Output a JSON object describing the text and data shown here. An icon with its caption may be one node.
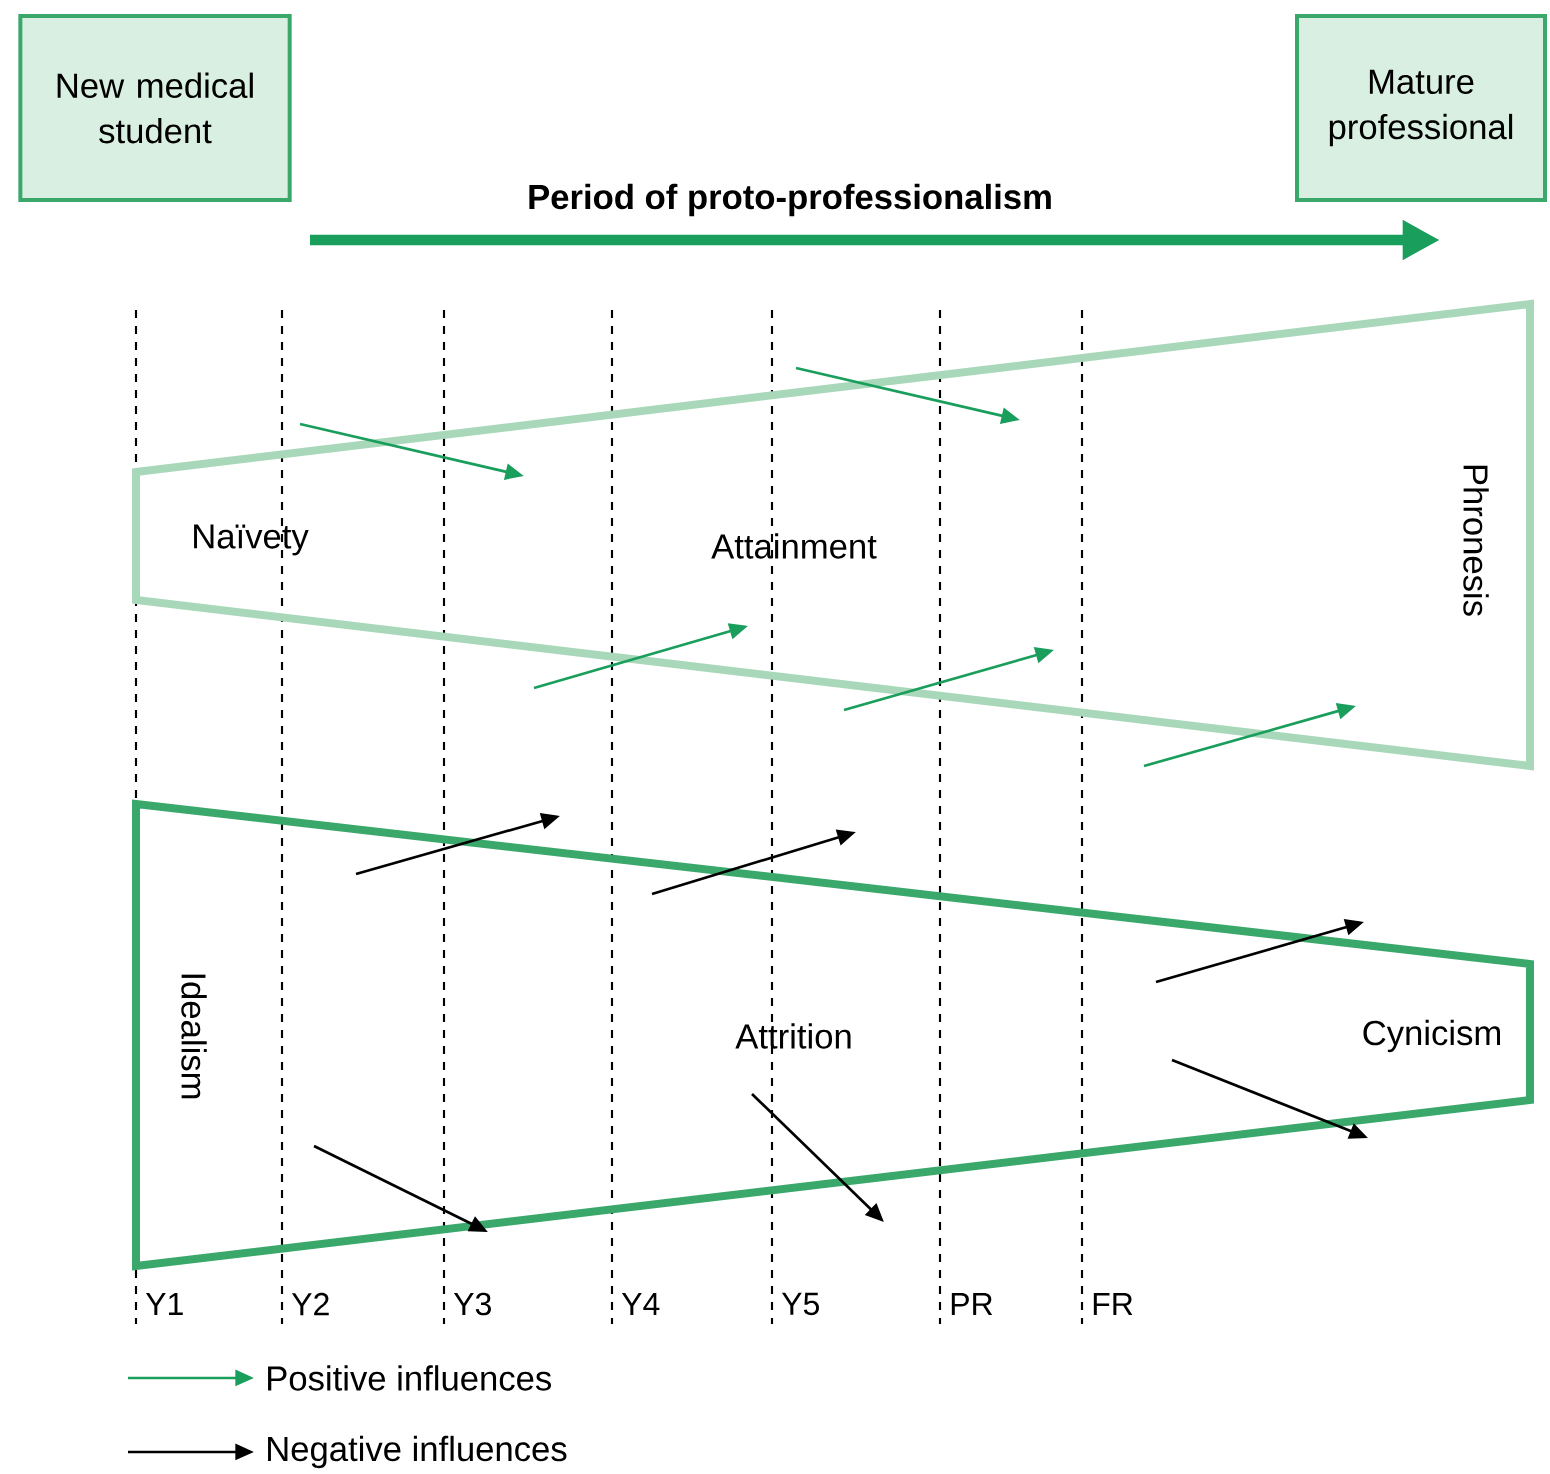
{
  "diagram": {
    "nodes": [
      {
        "text": [
          "New medical student"
        ]
      },
      {
        "text": [
          "Mature professional"
        ]
      },
      {
        "text": [
          "Naïvety",
          "Attainment",
          "Phronesis"
        ]
      },
      {
        "text": [
          "Idealism",
          "Attrition",
          "Cynicism"
        ]
      }
    ],
    "labels": [
      "Period of proto-professionalism",
      "Y1",
      "Y2",
      "Y3",
      "Y4",
      "Y5",
      "PR",
      "FR"
    ],
    "legend": [
      {
        "text": "Positive influences"
      },
      {
        "text": "Negative influences"
      }
    ]
  }
}
